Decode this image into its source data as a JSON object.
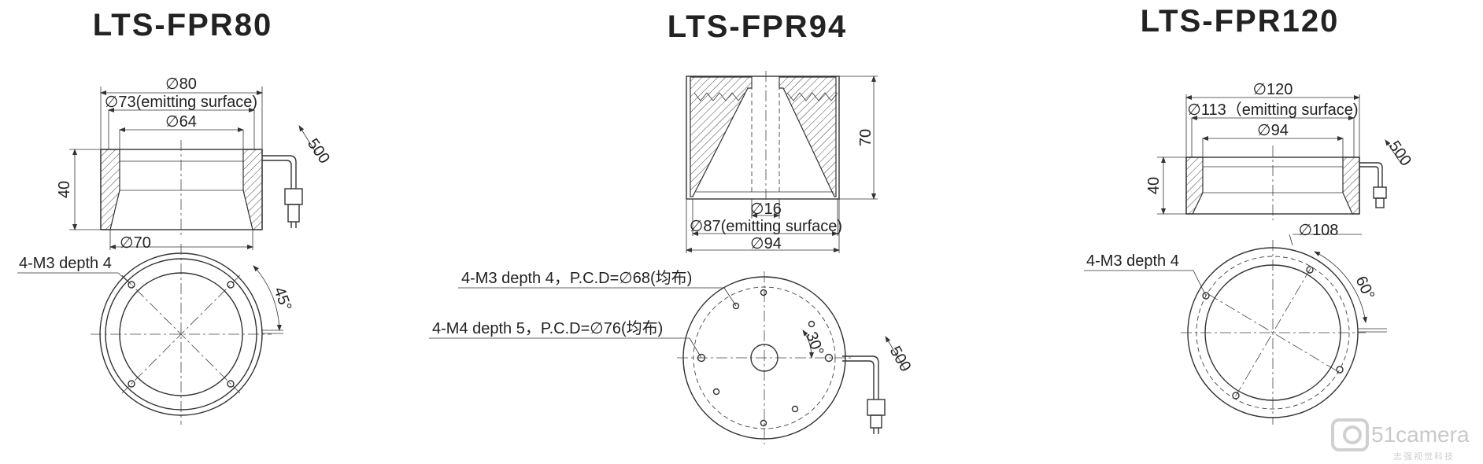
{
  "models": [
    {
      "title": "LTS-FPR80",
      "dims": {
        "outer": "∅80",
        "emitting": "∅73(emitting surface)",
        "inner": "∅64",
        "height": "40",
        "cable": "500",
        "bottom": "∅70",
        "angle": "45°"
      },
      "note": "4-M3 depth 4"
    },
    {
      "title": "LTS-FPR94",
      "dims": {
        "height": "70",
        "hole": "∅16",
        "emitting": "∅87(emitting surface)",
        "outer": "∅94",
        "cable": "500",
        "angle": "30°"
      },
      "notes": [
        "4-M3 depth 4，P.C.D=∅68(均布)",
        "4-M4 depth 5，P.C.D=∅76(均布)"
      ]
    },
    {
      "title": "LTS-FPR120",
      "dims": {
        "outer": "∅120",
        "emitting": "∅113（emitting surface)",
        "inner": "∅94",
        "height": "40",
        "cable": "500",
        "bottom": "∅108",
        "angle": "60°"
      },
      "note": "4-M3 depth 4"
    }
  ],
  "watermark": {
    "brand": "51camera",
    "tagline": "志强视觉科技"
  }
}
